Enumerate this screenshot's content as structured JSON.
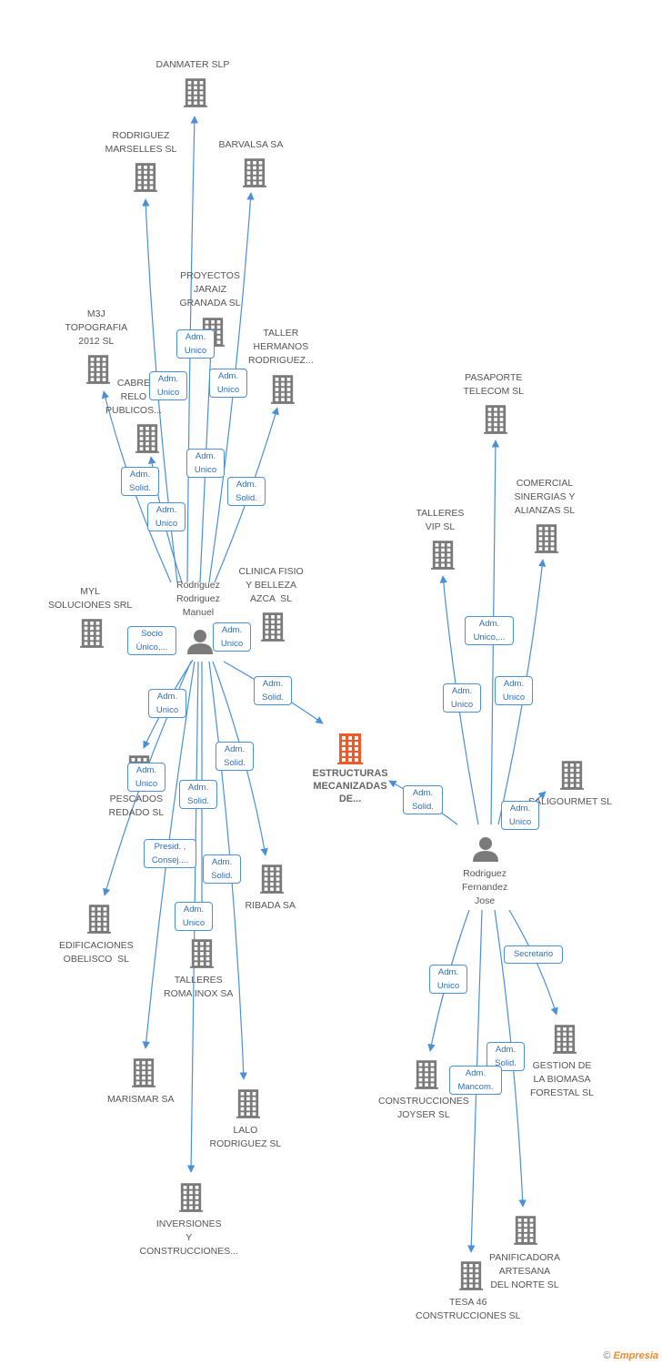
{
  "colors": {
    "edge": "#4a90d9",
    "building": "#7a7a7a",
    "focus": "#f05a28",
    "person": "#7a7a7a"
  },
  "companies": [
    {
      "id": "danmater",
      "name": "DANMATER SLP"
    },
    {
      "id": "rodriguez_marselles",
      "name": "RODRIGUEZ\nMARSELLES SL"
    },
    {
      "id": "barvalsa",
      "name": "BARVALSA SA"
    },
    {
      "id": "proyectos_jaraiz",
      "name": "PROYECTOS\nJARAIZ\nGRANADA SL"
    },
    {
      "id": "m3j",
      "name": "M3J\nTOPOGRAFIA\n2012 SL"
    },
    {
      "id": "taller_hermanos",
      "name": "TALLER\nHERMANOS\nRODRIGUEZ..."
    },
    {
      "id": "cabre",
      "name": "CABRE\nRELO\nPUBLICOS..."
    },
    {
      "id": "pasaporte",
      "name": "PASAPORTE\nTELECOM SL"
    },
    {
      "id": "comercial_sinergias",
      "name": "COMERCIAL\nSINERGIAS Y\nALIANZAS SL"
    },
    {
      "id": "talleres_vip",
      "name": "TALLERES\nVIP SL"
    },
    {
      "id": "myl",
      "name": "MYL\nSOLUCIONES SRL"
    },
    {
      "id": "clinica",
      "name": "CLINICA FISIO\nY BELLEZA\nAZCA  SL"
    },
    {
      "id": "pescados",
      "name": "PESCADOS\nREDADO SL"
    },
    {
      "id": "saligourmet",
      "name": "SALIGOURMET SL"
    },
    {
      "id": "ribada",
      "name": "RIBADA SA"
    },
    {
      "id": "edificaciones",
      "name": "EDIFICACIONES\nOBELISCO  SL"
    },
    {
      "id": "talleres_roma",
      "name": "TALLERES\nROMA INOX SA"
    },
    {
      "id": "gestion_biomasa",
      "name": "GESTION DE\nLA BIOMASA\nFORESTAL SL"
    },
    {
      "id": "marismar",
      "name": "MARISMAR SA"
    },
    {
      "id": "lalo",
      "name": "LALO\nRODRIGUEZ SL"
    },
    {
      "id": "joyser",
      "name": "CONSTRUCCIONES\nJOYSER SL"
    },
    {
      "id": "inversiones",
      "name": "INVERSIONES\nY\nCONSTRUCCIONES..."
    },
    {
      "id": "panificadora",
      "name": "PANIFICADORA\nARTESANA\nDEL NORTE SL"
    },
    {
      "id": "tesa46",
      "name": "TESA 46\nCONSTRUCCIONES SL"
    }
  ],
  "focus_company": {
    "id": "estructuras",
    "name": "ESTRUCTURAS\nMECANIZADAS\nDE..."
  },
  "persons": [
    {
      "id": "manuel",
      "name": "Rodriguez\nRodriguez\nManuel"
    },
    {
      "id": "jose",
      "name": "Rodriguez\nFernandez\nJose"
    }
  ],
  "relations": [
    {
      "id": "r1",
      "label": "Adm.\nUnico"
    },
    {
      "id": "r2",
      "label": "Adm.\nUnico"
    },
    {
      "id": "r3",
      "label": "Adm.\nUnico"
    },
    {
      "id": "r4",
      "label": "Adm.\nUnico"
    },
    {
      "id": "r5",
      "label": "Adm.\nSolid."
    },
    {
      "id": "r6",
      "label": "Adm.\nSolid."
    },
    {
      "id": "r7",
      "label": "Adm.\nUnico"
    },
    {
      "id": "r8",
      "label": "Socio\nÚnico,..."
    },
    {
      "id": "r9",
      "label": "Adm.\nUnico"
    },
    {
      "id": "r10",
      "label": "Adm.\nSolid."
    },
    {
      "id": "r11",
      "label": "Adm.\nUnico"
    },
    {
      "id": "r12",
      "label": "Adm.\nSolid."
    },
    {
      "id": "r13",
      "label": "Adm.\nUnico"
    },
    {
      "id": "r14",
      "label": "Adm.\nSolid."
    },
    {
      "id": "r15",
      "label": "Presid. ,\nConsej...."
    },
    {
      "id": "r16",
      "label": "Adm.\nSolid."
    },
    {
      "id": "r17",
      "label": "Adm.\nUnico"
    },
    {
      "id": "r18",
      "label": "Adm.\nUnico,..."
    },
    {
      "id": "r19",
      "label": "Adm.\nUnico"
    },
    {
      "id": "r20",
      "label": "Adm.\nUnico"
    },
    {
      "id": "r21",
      "label": "Adm.\nSolid."
    },
    {
      "id": "r22",
      "label": "Adm.\nUnico"
    },
    {
      "id": "r23",
      "label": "Secretario"
    },
    {
      "id": "r24",
      "label": "Adm.\nUnico"
    },
    {
      "id": "r25",
      "label": "Adm.\nSolid."
    },
    {
      "id": "r26",
      "label": "Adm.\nMancom."
    }
  ],
  "branding": {
    "copyright": "©",
    "brand": "Empresia"
  }
}
